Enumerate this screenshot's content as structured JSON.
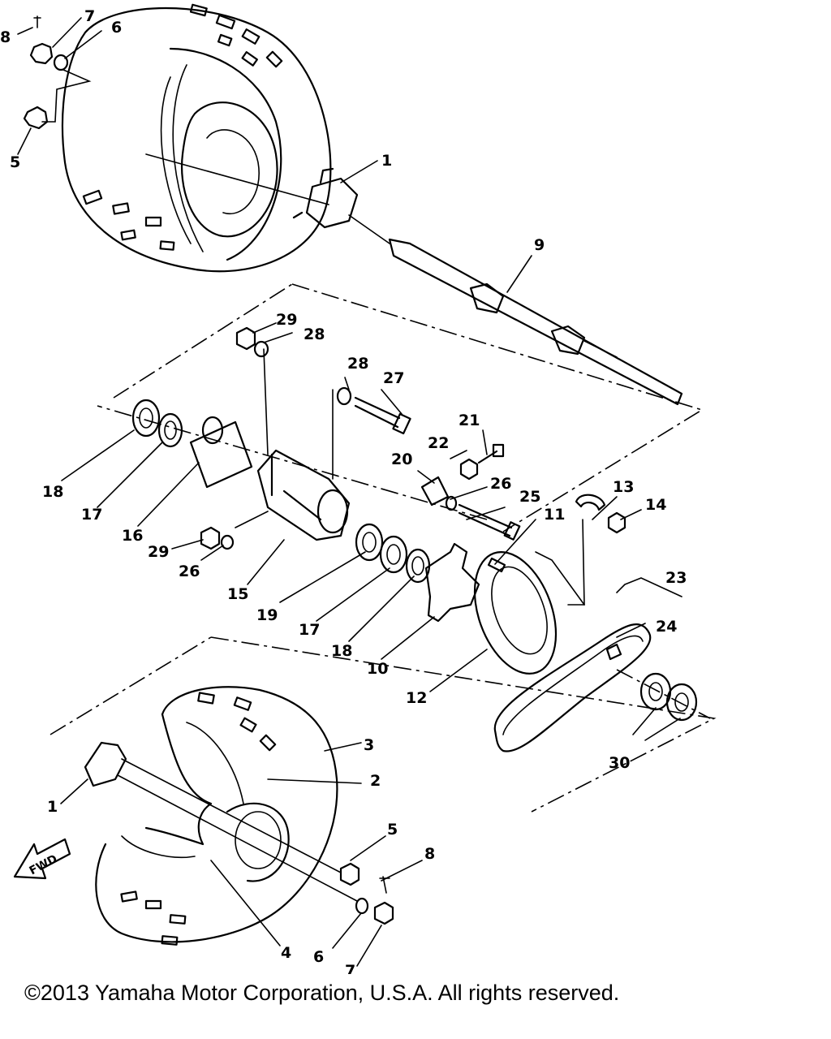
{
  "callouts": {
    "c1a": "1",
    "c1b": "1",
    "c2": "2",
    "c3": "3",
    "c4": "4",
    "c5a": "5",
    "c5b": "5",
    "c6a": "6",
    "c6b": "6",
    "c7a": "7",
    "c7b": "7",
    "c8a": "8",
    "c8b": "8",
    "c9": "9",
    "c10": "10",
    "c11": "11",
    "c12": "12",
    "c13": "13",
    "c14": "14",
    "c15": "15",
    "c16": "16",
    "c17a": "17",
    "c17b": "17",
    "c18a": "18",
    "c18b": "18",
    "c19": "19",
    "c20": "20",
    "c21": "21",
    "c22": "22",
    "c23": "23",
    "c24": "24",
    "c25": "25",
    "c26a": "26",
    "c26b": "26",
    "c27": "27",
    "c28a": "28",
    "c28b": "28",
    "c29a": "29",
    "c29b": "29",
    "c30": "30"
  },
  "fwd_label": "FWD",
  "copyright": "©2013 Yamaha Motor Corporation, U.S.A. All rights reserved."
}
